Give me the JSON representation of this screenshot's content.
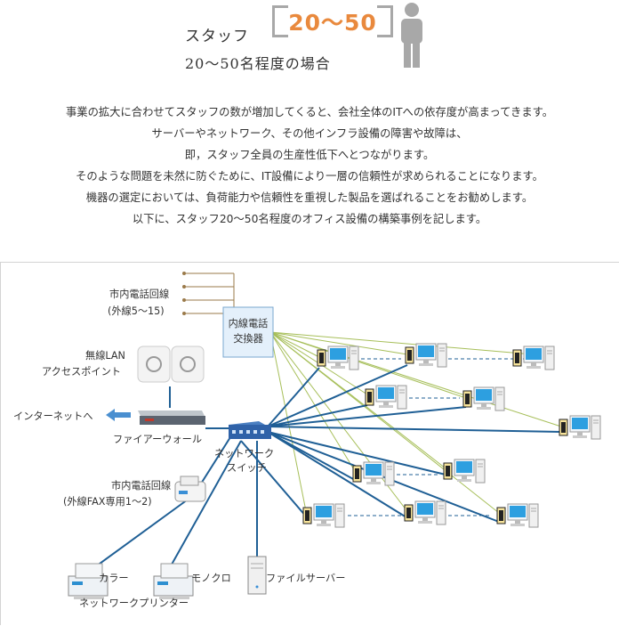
{
  "header": {
    "title": "スタッフ",
    "badge": "20～50",
    "subtitle": "20～50名程度の場合"
  },
  "intro": {
    "lines": [
      "事業の拡大に合わせてスタッフの数が増加してくると、会社全体のITへの依存度が高まってきます。",
      "サーバーやネットワーク、その他インフラ設備の障害や故障は、",
      "即，スタッフ全員の生産性低下へとつながります。",
      "そのような問題を未然に防ぐために、IT設備により一層の信頼性が求められることになります。",
      "機器の選定においては、負荷能力や信頼性を重視した製品を選ばれることをお勧めします。",
      "以下に、スタッフ20～50名程度のオフィス設備の構築事例を記します。"
    ]
  },
  "diagram": {
    "pbx": [
      "内線電話",
      "交換器"
    ],
    "phone_lines": [
      "市内電話回線",
      "(外線5～15)"
    ],
    "wireless_lan": [
      "無線LAN",
      "アクセスポイント"
    ],
    "internet": "インターネットへ",
    "firewall": "ファイアーウォール",
    "switch": [
      "ネットワーク",
      "スイッチ"
    ],
    "fax_lines": [
      "市内電話回線",
      "(外線FAX専用1～2)"
    ],
    "printer_color": "カラー",
    "printer_mono": "モノクロ",
    "printers": "ネットワークプリンター",
    "file_server": "ファイルサーバー",
    "colors": {
      "accent": "#e9893d",
      "lan_line": "#1f5f95",
      "phone_line": "#a7bf5a",
      "pbx_box": "#e4f0fb"
    }
  }
}
